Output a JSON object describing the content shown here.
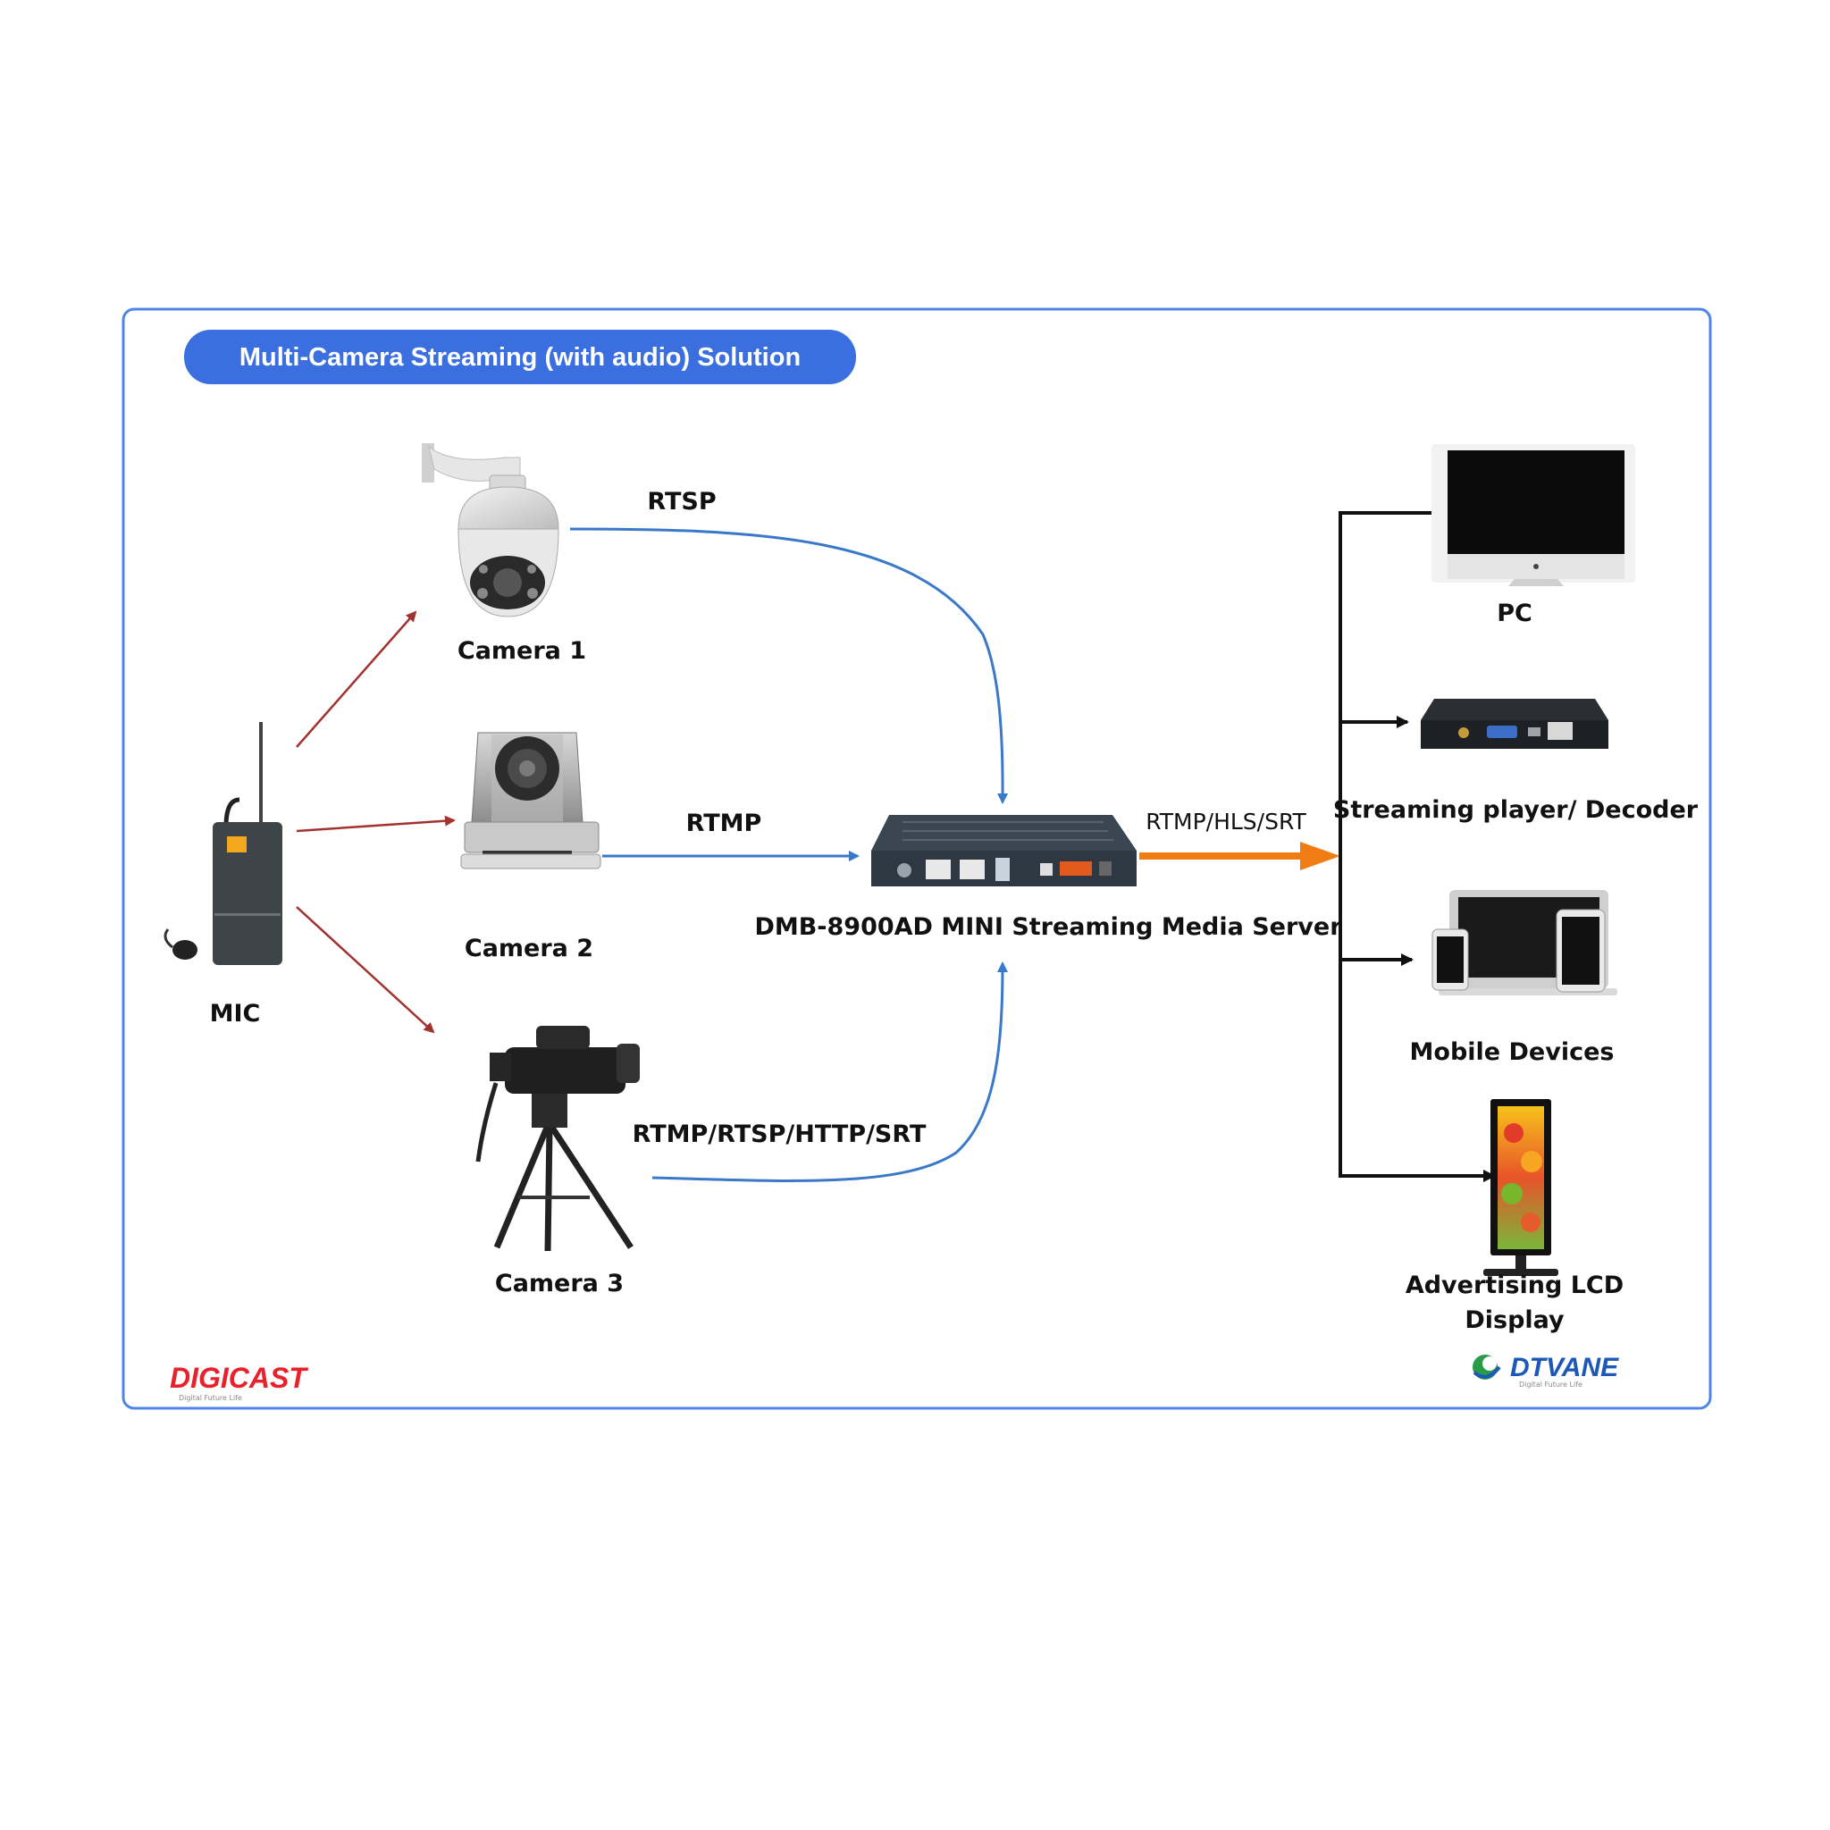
{
  "title": "Multi-Camera Streaming (with audio) Solution",
  "sources": {
    "mic": "MIC",
    "camera1": "Camera 1",
    "camera2": "Camera 2",
    "camera3": "Camera 3"
  },
  "protocols": {
    "camera1": "RTSP",
    "camera2": "RTMP",
    "camera3": "RTMP/RTSP/HTTP/SRT",
    "output": "RTMP/HLS/SRT"
  },
  "server": "DMB-8900AD MINI Streaming Media Server",
  "outputs": {
    "pc": "PC",
    "decoder": "Streaming player/ Decoder",
    "mobile": "Mobile Devices",
    "lcd_line1": "Advertising LCD",
    "lcd_line2": "Display"
  },
  "logos": {
    "left": "DIGICAST",
    "left_tagline": "Digital Future Life",
    "right": "DTVANE",
    "right_tagline": "Digital Future Life"
  },
  "colors": {
    "frame": "#4f86e6",
    "title_pill": "#3b6fe0",
    "input_arrow": "#3a78c9",
    "mic_arrow": "#a0332f",
    "output_arrow": "#f07d14",
    "fanout_arrow": "#111111"
  },
  "icons": [
    "ptz-dome-camera-icon",
    "ptz-box-camera-icon",
    "broadcast-camcorder-icon",
    "wireless-mic-icon",
    "media-server-icon",
    "monitor-icon",
    "decoder-box-icon",
    "tablet-phone-icon",
    "lcd-kiosk-icon"
  ]
}
